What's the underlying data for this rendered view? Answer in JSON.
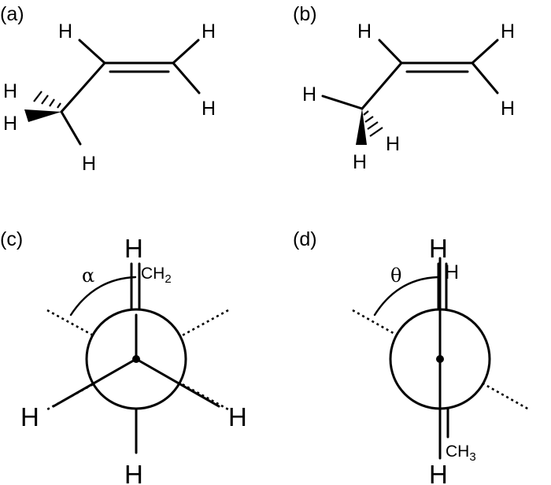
{
  "panels": {
    "a": {
      "label": "(a)",
      "atoms": [
        "H",
        "H",
        "H",
        "H",
        "H",
        "H"
      ]
    },
    "b": {
      "label": "(b)",
      "atoms": [
        "H",
        "H",
        "H",
        "H",
        "H",
        "H"
      ]
    },
    "c": {
      "label": "(c)",
      "front_atoms": [
        "H",
        "H",
        "H",
        "H"
      ],
      "group_main": "CH",
      "group_sub": "2",
      "angle_symbol": "α"
    },
    "d": {
      "label": "(d)",
      "front_atoms": [
        "H",
        "H",
        "H"
      ],
      "group_main": "CH",
      "group_sub": "3",
      "angle_symbol": "θ"
    }
  }
}
